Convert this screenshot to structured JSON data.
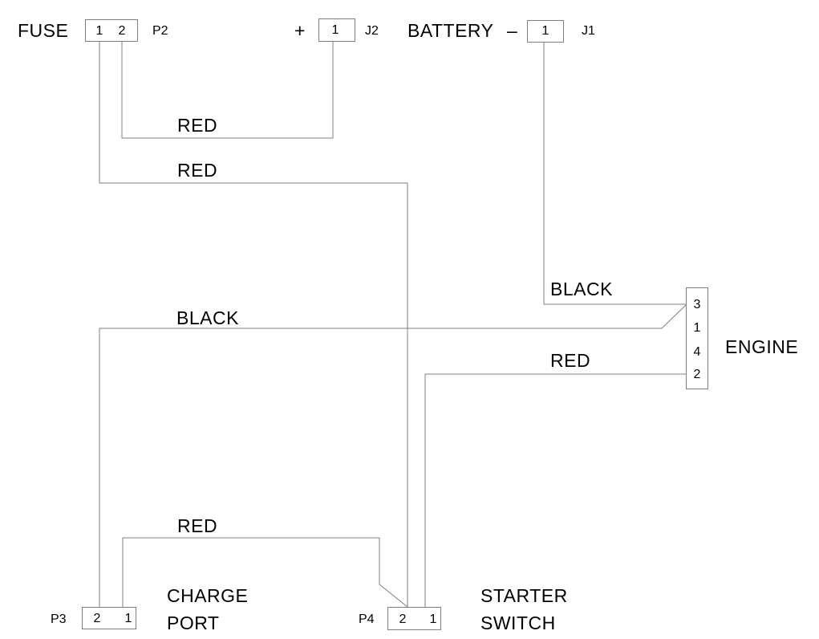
{
  "diagram": {
    "type": "wiring-diagram",
    "colors": {
      "background": "#ffffff",
      "line": "#7f7f7f",
      "text": "#000000"
    },
    "components": {
      "fuse": {
        "label": "FUSE",
        "ref": "P2",
        "pins": [
          {
            "label": "1"
          },
          {
            "label": "2"
          }
        ]
      },
      "battery_positive": {
        "polarity": "+",
        "ref": "J2",
        "pins": [
          {
            "label": "1"
          }
        ]
      },
      "battery": {
        "label": "BATTERY",
        "polarity": "–",
        "ref": "J1",
        "pins": [
          {
            "label": "1"
          }
        ]
      },
      "engine": {
        "label": "ENGINE",
        "pins": [
          {
            "label": "3"
          },
          {
            "label": "1"
          },
          {
            "label": "4"
          },
          {
            "label": "2"
          }
        ]
      },
      "charge_port": {
        "label_line1": "CHARGE",
        "label_line2": "PORT",
        "ref": "P3",
        "pins": [
          {
            "label": "2"
          },
          {
            "label": "1"
          }
        ]
      },
      "starter_switch": {
        "label_line1": "STARTER",
        "label_line2": "SWITCH",
        "ref": "P4",
        "pins": [
          {
            "label": "2"
          },
          {
            "label": "1"
          }
        ]
      }
    },
    "wires": [
      {
        "color_label": "RED",
        "from": "FUSE P2 pin 2",
        "to": "J2 pin 1 (battery +)"
      },
      {
        "color_label": "RED",
        "from": "FUSE P2 pin 1",
        "to": "STARTER SWITCH P4 pin 2"
      },
      {
        "color_label": "BLACK",
        "from": "BATTERY – J1 pin 1",
        "to": "ENGINE pin 3"
      },
      {
        "color_label": "BLACK",
        "from": "CHARGE PORT P3 pin 2",
        "to": "ENGINE pin 3"
      },
      {
        "color_label": "RED",
        "from": "STARTER SWITCH P4 pin 1",
        "to": "ENGINE pin 2"
      },
      {
        "color_label": "RED",
        "from": "CHARGE PORT P3 pin 1",
        "to": "STARTER SWITCH P4 pin 2"
      }
    ]
  }
}
